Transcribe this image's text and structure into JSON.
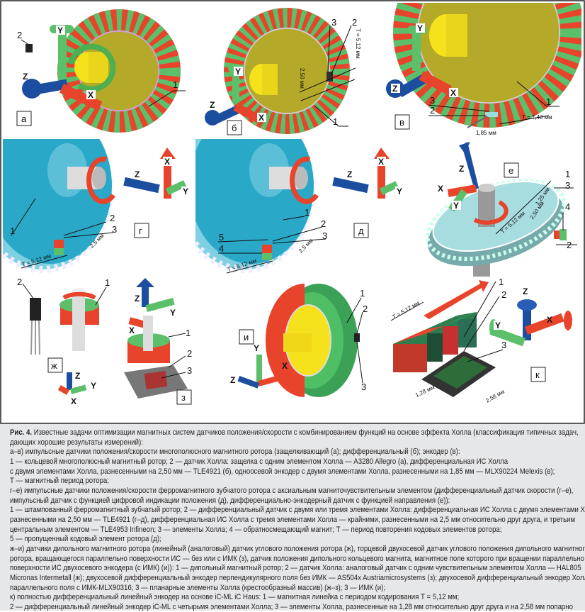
{
  "figure": {
    "panels": {
      "a": {
        "letter": "а",
        "callouts": [
          "1",
          "2"
        ],
        "axes": [
          "X",
          "Y",
          "Z"
        ]
      },
      "b": {
        "letter": "б",
        "callouts": [
          "1",
          "2",
          "3"
        ],
        "dims": [
          "2,50 мм",
          "T = 5,12 мм"
        ],
        "axes": [
          "X",
          "Y",
          "Z"
        ]
      },
      "v": {
        "letter": "в",
        "callouts": [
          "1",
          "2",
          "3"
        ],
        "dims": [
          "T = 7,40 мм",
          "1,85 мм"
        ],
        "axes": [
          "X",
          "Y",
          "Z"
        ]
      },
      "g": {
        "letter": "г",
        "callouts": [
          "1",
          "2",
          "3"
        ],
        "dims": [
          "2,5 мм",
          "T = 5,12 мм"
        ],
        "axes": [
          "X",
          "Y",
          "Z"
        ]
      },
      "d": {
        "letter": "д",
        "callouts": [
          "1",
          "2",
          "3",
          "4",
          "5"
        ],
        "dims": [
          "2,5 мм",
          "T = 5,12 мм"
        ],
        "axes": [
          "X",
          "Y",
          "Z"
        ]
      },
      "e": {
        "letter": "е",
        "callouts": [
          "1",
          "2",
          "3",
          "4"
        ],
        "dims": [
          "1,25 мм",
          "2,50 мм",
          "T = 5,12 мм"
        ],
        "axes": [
          "X",
          "Y",
          "Z"
        ]
      },
      "zh": {
        "letter": "ж",
        "callouts": [
          "1",
          "2"
        ],
        "axes": [
          "X",
          "Y",
          "Z"
        ]
      },
      "z": {
        "letter": "з",
        "callouts": [
          "1",
          "2",
          "3"
        ],
        "axes": [
          "X",
          "Y",
          "Z"
        ]
      },
      "i": {
        "letter": "и",
        "callouts": [
          "1",
          "2",
          "3"
        ],
        "axes": [
          "X",
          "Y",
          "Z"
        ]
      },
      "k": {
        "letter": "к",
        "callouts": [
          "1",
          "2",
          "3"
        ],
        "dims": [
          "T = 5,12 мм",
          "1,28 мм",
          "2,58 мм"
        ],
        "axes": [
          "X",
          "Y",
          "Z"
        ]
      }
    },
    "colors": {
      "red": "#e8432b",
      "green": "#5cbf6a",
      "olive": "#b5a92a",
      "yellow": "#f5e11c",
      "blue": "#1c4ea0",
      "teal": "#2aa7c4"
    }
  },
  "caption": {
    "fig_label": "Рис. 4.",
    "lines": [
      " Известные задачи оптимизации магнитных систем датчиков положения/скорости с комбинированием функций на основе эффекта Холла (классификация типичных задач,",
      "дающих хорошие результаты измерений):",
      "а–в) импульсные датчики положения/скорости многополюсного магнитного ротора (защелкивающий (а); дифференциальный (б); энкодер (в):",
      "1 — кольцевой многополюсный магнитный ротор; 2 — датчик Холла: защелка с одним элементом Холла — A3280 Allegro (а), дифференциальная ИС Холла",
      "с двумя элементами Холла, разнесенными на 2,50 мм — TLE4921 (б), одноосевой энкодер с двумя элементами Холла, разнесенными на 1,85 мм — MLX90224 Melexis (в);",
      "Т — магнитный период ротора;",
      "г–е) импульсные датчики положения/скорости ферромагнитного зубчатого ротора с аксиальным магниточувствительным элементом (дифференциальный датчик скорости (г–е),",
      "импульсный датчик с функцией цифровой индикации положения (д), дифференциально-энкодерный датчик с функцией направления (е)):",
      "1 — штампованный ферромагнитный зубчатый ротор; 2 — дифференциальный датчик с двумя или тремя элементами Холла: дифференциальная ИС Холла с двумя элементами Холла,",
      "разнесенными на 2,50 мм — TLE4921 (г–д), дифференциальная ИС Холла с тремя элементами Холла — крайними, разнесенными на 2,5 мм относительно друг друга, и третьим",
      "центральным элементом — TLE4953 Infineon; 3 — элементы Холла; 4 — обратносмещающий магнит; Т — период повторения кодовых элементов ротора;",
      "5 — пропущенный кодовый элемент ротора (д);",
      "ж–и) датчики дипольного магнитного ротора (линейный (аналоговый) датчик углового положения ротора (ж), торцевой двухосевой датчик углового положения дипольного магнитного",
      "ротора, вращающегося параллельно поверхности ИС — без или с ИМК (з), датчик положения дипольного кольцевого магнита, магнитное поле которого при вращении параллельно",
      "поверхности ИС двухосевого энкодера (с ИМК) (и)): 1 — дипольный магнитный ротор; 2 — датчик Холла: аналоговый датчик с одним чувствительным элементом Холла — HAL805",
      "Micronas Intermetall (ж); двухосевой дифференциальный энкодер перпендикулярного поля без ИМК — AS504x Austriamicrosystems (з); двухосевой дифференциальный энкодер Холла",
      "параллельного поля с ИМК-MLX90316; 3 — планарные элементы Холла (крестообразный массив) (ж–з); 3 — ИМК (и);",
      "к) полностью дифференциальный линейный энкодер на основе iC-ML iC Haus: 1 — магнитная линейка с периодом кодирования Т = 5,12 мм;",
      "2 — дифференциальный линейный энкодер iC-ML с четырьмя элементами Холла; 3 — элементы Холла, разнесенные на 1,28 мм относительно друг друга и на 2,58 мм попарно"
    ]
  }
}
